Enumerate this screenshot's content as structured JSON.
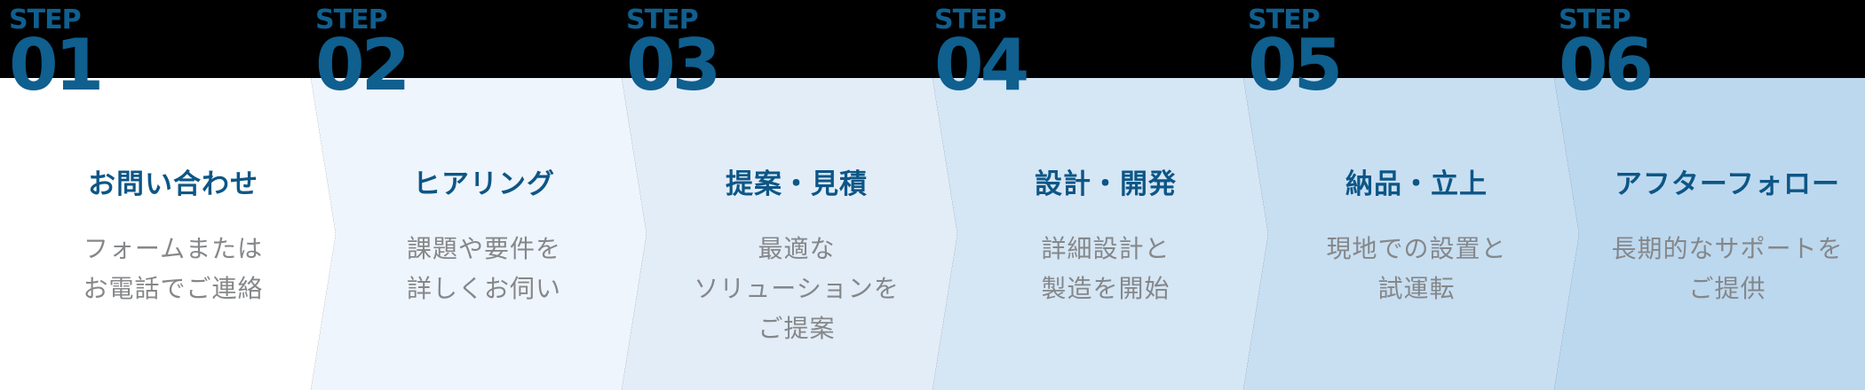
{
  "colors": {
    "top_band": "#000000",
    "step_label": "#0f5f8f",
    "title": "#0d5686",
    "description": "#858789",
    "panel_backgrounds": [
      "#ffffff",
      "#eff5fc",
      "#e2edf8",
      "#d5e6f5",
      "#c8dff2",
      "#bcd8ef"
    ]
  },
  "steps": [
    {
      "step_word": "STEP",
      "number": "01",
      "title": "お問い合わせ",
      "description": [
        "フォームまたは",
        "お電話でご連絡"
      ]
    },
    {
      "step_word": "STEP",
      "number": "02",
      "title": "ヒアリング",
      "description": [
        "課題や要件を",
        "詳しくお伺い"
      ]
    },
    {
      "step_word": "STEP",
      "number": "03",
      "title": "提案・見積",
      "description": [
        "最適な",
        "ソリューションを",
        "ご提案"
      ]
    },
    {
      "step_word": "STEP",
      "number": "04",
      "title": "設計・開発",
      "description": [
        "詳細設計と",
        "製造を開始"
      ]
    },
    {
      "step_word": "STEP",
      "number": "05",
      "title": "納品・立上",
      "description": [
        "現地での設置と",
        "試運転"
      ]
    },
    {
      "step_word": "STEP",
      "number": "06",
      "title": "アフターフォロー",
      "description": [
        "長期的なサポートを",
        "ご提供"
      ]
    }
  ]
}
